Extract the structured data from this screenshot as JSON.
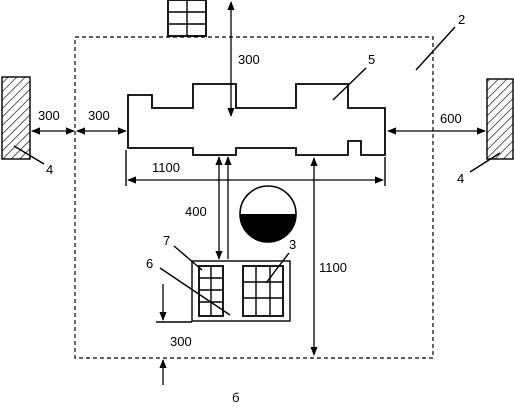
{
  "labels": {
    "zone": "2",
    "appliance": "3",
    "wall": "4",
    "counter": "5",
    "grid_unit": "6",
    "grid_unit_alt": "7"
  },
  "dimensions": {
    "top_gap": "300",
    "left_inner_gap": "300",
    "left_outer_gap": "300",
    "right_gap": "600",
    "width": "1100",
    "mid_gap": "400",
    "height": "1100",
    "bottom_gap": "300"
  },
  "caption": "б"
}
